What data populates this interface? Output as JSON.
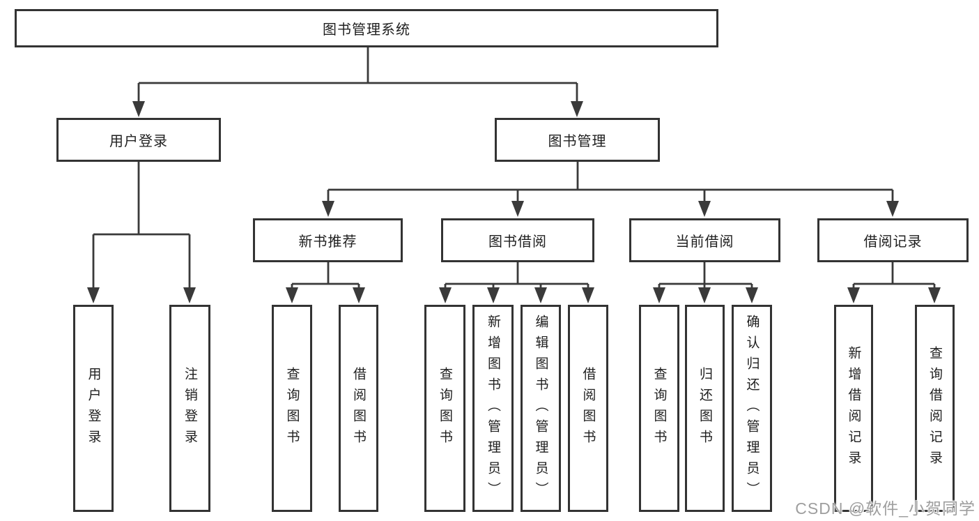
{
  "tree": {
    "root": "图书管理系统",
    "user_login": {
      "label": "用户登录",
      "children": [
        {
          "label": "用户登录"
        },
        {
          "label": "注销登录"
        }
      ]
    },
    "book_mgmt": {
      "label": "图书管理",
      "children": [
        {
          "label": "新书推荐",
          "children": [
            {
              "label": "查询图书"
            },
            {
              "label": "借阅图书"
            }
          ]
        },
        {
          "label": "图书借阅",
          "children": [
            {
              "label": "查询图书"
            },
            {
              "label": "新增图书（管理员）"
            },
            {
              "label": "编辑图书（管理员）"
            },
            {
              "label": "借阅图书"
            }
          ]
        },
        {
          "label": "当前借阅",
          "children": [
            {
              "label": "查询图书"
            },
            {
              "label": "归还图书"
            },
            {
              "label": "确认归还（管理员）"
            }
          ]
        },
        {
          "label": "借阅记录",
          "children": [
            {
              "label": "新增借阅记录"
            },
            {
              "label": "查询借阅记录"
            }
          ]
        }
      ]
    }
  },
  "watermark": {
    "text": "CSDN @软件_小贺同学"
  },
  "colors": {
    "line": "#3a3a3a",
    "box_border": "#333333",
    "text": "#1f1f1f",
    "background": "#ffffff",
    "watermark": "#9e9e9e"
  }
}
